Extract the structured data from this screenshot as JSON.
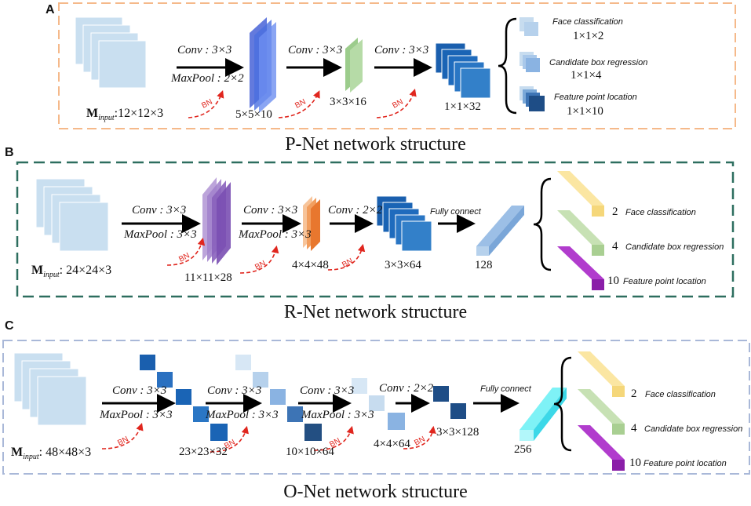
{
  "panels": {
    "A": {
      "letter": "A",
      "caption": "P-Net network structure",
      "input": "M",
      "input_sub": "input",
      "input_dims": ":12×12×3",
      "conv1": "Conv : 3×3",
      "pool1": "MaxPool : 2×2",
      "feat1": "5×5×10",
      "conv2": "Conv : 3×3",
      "feat2": "3×3×16",
      "conv3": "Conv : 3×3",
      "feat3": "1×1×32",
      "bn": "BN",
      "outputs": [
        {
          "name": "Face classification",
          "dims": "1×1×2"
        },
        {
          "name": "Candidate box regression",
          "dims": "1×1×4"
        },
        {
          "name": "Feature point location",
          "dims": "1×1×10"
        }
      ]
    },
    "B": {
      "letter": "B",
      "caption": "R-Net network structure",
      "input": "M",
      "input_sub": "input",
      "input_dims": ": 24×24×3",
      "conv1": "Conv : 3×3",
      "pool1": "MaxPool : 3×3",
      "feat1": "11×11×28",
      "conv2": "Conv : 3×3",
      "pool2": "MaxPool : 3×3",
      "feat2": "4×4×48",
      "conv3": "Conv : 2×2",
      "feat3": "3×3×64",
      "fc": "Fully connect",
      "fc_dim": "128",
      "bn": "BN",
      "outputs": [
        {
          "num": "2",
          "name": "Face classification"
        },
        {
          "num": "4",
          "name": "Candidate box regression"
        },
        {
          "num": "10",
          "name": "Feature point location"
        }
      ]
    },
    "C": {
      "letter": "C",
      "caption": "O-Net network structure",
      "input": "M",
      "input_sub": "input",
      "input_dims": ": 48×48×3",
      "conv1": "Conv : 3×3",
      "pool1": "MaxPool : 3×3",
      "feat1": "23×23×32",
      "conv2": "Conv : 3×3",
      "pool2": "MaxPool : 3×3",
      "feat2": "10×10×64",
      "conv3": "Conv : 3×3",
      "pool3": "MaxPool : 3×3",
      "feat3": "4×4×64",
      "conv4": "Conv : 2×2",
      "feat4": "3×3×128",
      "fc": "Fully connect",
      "fc_dim": "256",
      "bn": "BN",
      "outputs": [
        {
          "num": "2",
          "name": "Face classification"
        },
        {
          "num": "4",
          "name": "Candidate box regression"
        },
        {
          "num": "10",
          "name": "Feature point location"
        }
      ]
    }
  },
  "colors": {
    "panel_a_border": "#f5b98a",
    "panel_b_border": "#2d6e5f",
    "panel_c_border": "#a9b8d8",
    "input_fill": "#c9dff0",
    "bn_arrow": "#e0261e"
  }
}
